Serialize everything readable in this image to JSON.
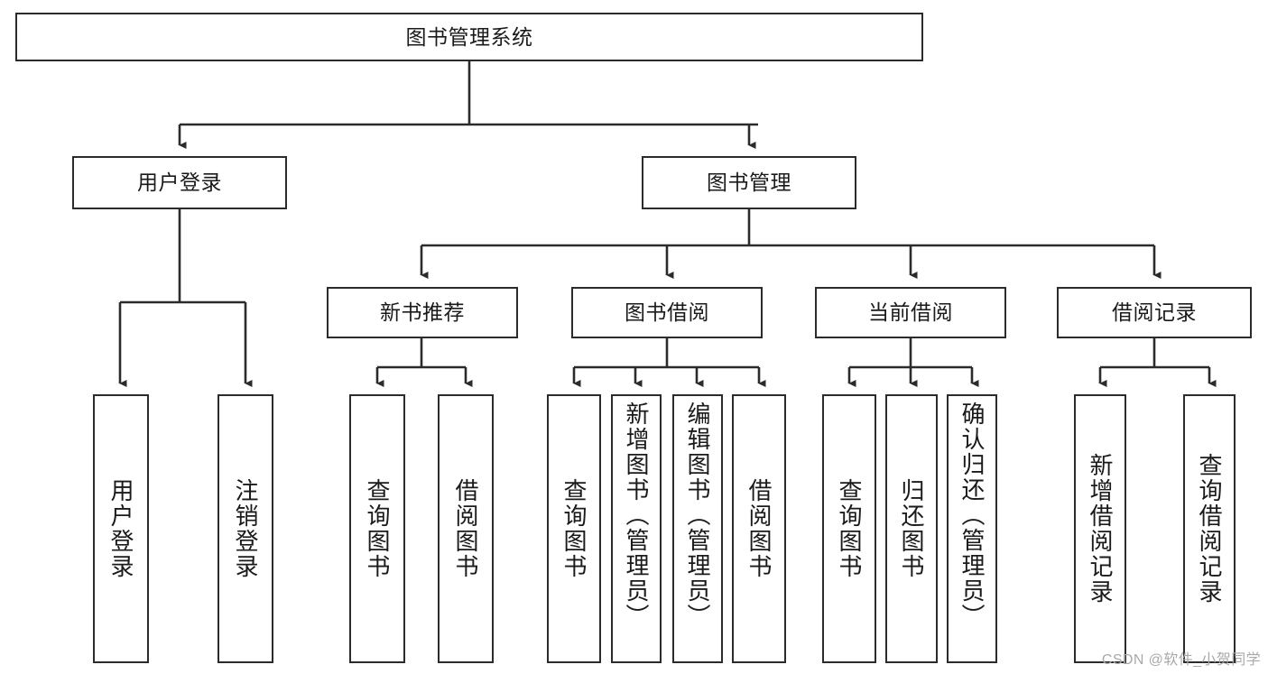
{
  "diagram": {
    "type": "hierarchy-tree",
    "title": "图书管理系统",
    "colors": {
      "border": "#2b2b2b",
      "background": "#ffffff",
      "text": "#1a1a1a",
      "watermark": "#a9a9a9"
    },
    "root": {
      "label": "图书管理系统"
    },
    "level1": [
      {
        "label": "用户登录"
      },
      {
        "label": "图书管理"
      }
    ],
    "level2": [
      {
        "label": "新书推荐"
      },
      {
        "label": "图书借阅"
      },
      {
        "label": "当前借阅"
      },
      {
        "label": "借阅记录"
      }
    ],
    "leaves": {
      "user_login": [
        {
          "label": "用户登录"
        },
        {
          "label": "注销登录"
        }
      ],
      "new_book_recommend": [
        {
          "label": "查询图书"
        },
        {
          "label": "借阅图书"
        }
      ],
      "book_borrow": [
        {
          "label": "查询图书"
        },
        {
          "label": "新增图书（管理员）"
        },
        {
          "label": "编辑图书（管理员）"
        },
        {
          "label": "借阅图书"
        }
      ],
      "current_borrow": [
        {
          "label": "查询图书"
        },
        {
          "label": "归还图书"
        },
        {
          "label": "确认归还（管理员）"
        }
      ],
      "borrow_record": [
        {
          "label": "新增借阅记录"
        },
        {
          "label": "查询借阅记录"
        }
      ]
    },
    "watermark": "CSDN @软件_小贺同学"
  }
}
